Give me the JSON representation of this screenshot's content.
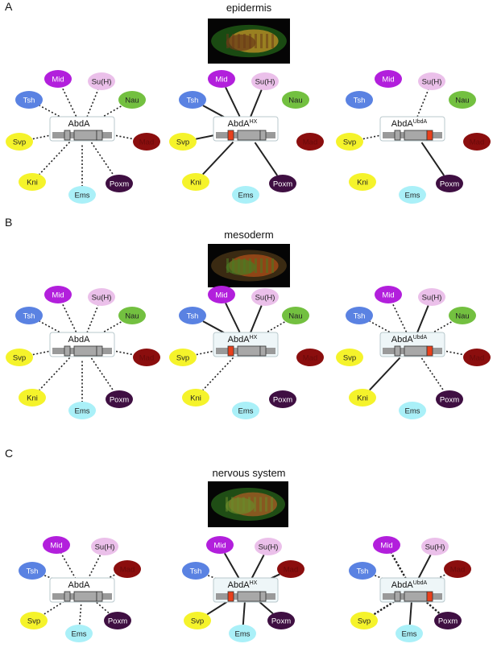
{
  "panels": [
    {
      "letter": "A",
      "tissue": "epidermis",
      "embryo": {
        "base": "#1a4a12",
        "spot": "#b08a25",
        "spot2": "#6a3a18"
      },
      "networks": [
        {
          "name": "AbdA",
          "sup": "",
          "red_left": false,
          "red_right": false,
          "box_tint": "#ffffff",
          "links": {
            "Mid": "dotted",
            "Su(H)": "dotted",
            "Tsh": "dotted",
            "Nau": "dotted",
            "Svp": "dotted",
            "Mad": "dotted",
            "Kni": "dotted",
            "Ems": "dotted",
            "Poxm": "dotted"
          }
        },
        {
          "name": "AbdA",
          "sup": "HX",
          "red_left": true,
          "red_right": false,
          "box_tint": "#ffffff",
          "links": {
            "Mid": "solid",
            "Su(H)": "solid",
            "Tsh": "solid",
            "Nau": "none",
            "Svp": "solid",
            "Mad": "none",
            "Kni": "solid",
            "Ems": "none",
            "Poxm": "solid"
          }
        },
        {
          "name": "AbdA",
          "sup": "UbdA",
          "red_left": false,
          "red_right": true,
          "box_tint": "#ffffff",
          "links": {
            "Mid": "none",
            "Su(H)": "dotted",
            "Tsh": "none",
            "Nau": "none",
            "Svp": "dotted",
            "Mad": "none",
            "Kni": "none",
            "Ems": "none",
            "Poxm": "solid"
          }
        }
      ]
    },
    {
      "letter": "B",
      "tissue": "mesoderm",
      "embryo": {
        "base": "#3a2a12",
        "spot": "#a04a18",
        "spot2": "#4a7a22"
      },
      "networks": [
        {
          "name": "AbdA",
          "sup": "",
          "red_left": false,
          "red_right": false,
          "box_tint": "#ffffff",
          "links": {
            "Mid": "dotted",
            "Su(H)": "dotted",
            "Tsh": "dotted",
            "Nau": "dotted",
            "Svp": "dotted",
            "Mad": "dotted",
            "Kni": "dotted",
            "Ems": "dotted",
            "Poxm": "dotted"
          }
        },
        {
          "name": "AbdA",
          "sup": "HX",
          "red_left": true,
          "red_right": false,
          "box_tint": "#eef6f8",
          "links": {
            "Mid": "solid",
            "Su(H)": "solid",
            "Tsh": "solid",
            "Nau": "dotted",
            "Svp": "dotted",
            "Mad": "none",
            "Kni": "dotted",
            "Ems": "none",
            "Poxm": "none"
          }
        },
        {
          "name": "AbdA",
          "sup": "UbdA",
          "red_left": false,
          "red_right": true,
          "box_tint": "#eef6f8",
          "links": {
            "Mid": "dotted",
            "Su(H)": "solid",
            "Tsh": "dotted",
            "Nau": "dotted",
            "Svp": "none",
            "Mad": "dotted",
            "Kni": "solid",
            "Ems": "none",
            "Poxm": "dotted"
          }
        }
      ]
    },
    {
      "letter": "C",
      "tissue": "nervous system",
      "embryo": {
        "base": "#1f4d15",
        "spot": "#9a5a22",
        "spot2": "#6a8a2a"
      },
      "networks": [
        {
          "name": "AbdA",
          "sup": "",
          "red_left": false,
          "red_right": false,
          "box_tint": "#ffffff",
          "links": {
            "Mid": "dotted",
            "Su(H)": "dotted",
            "Tsh": "dotted",
            "Mad": "dotted",
            "Svp": "dotted",
            "Ems": "dotted",
            "Poxm": "dotted"
          }
        },
        {
          "name": "AbdA",
          "sup": "HX",
          "red_left": true,
          "red_right": false,
          "box_tint": "#eef6f8",
          "links": {
            "Mid": "solid",
            "Su(H)": "solid",
            "Tsh": "dotted",
            "Mad": "solid",
            "Svp": "solid",
            "Ems": "solid",
            "Poxm": "solid"
          }
        },
        {
          "name": "AbdA",
          "sup": "UbdA",
          "red_left": false,
          "red_right": true,
          "box_tint": "#eef6f8",
          "links": {
            "Mid": "dotted-bold",
            "Su(H)": "solid",
            "Tsh": "dotted",
            "Mad": "dotted",
            "Svp": "dotted-bold",
            "Ems": "solid",
            "Poxm": "dotted-bold"
          }
        }
      ]
    }
  ],
  "partners": {
    "Mid": {
      "label": "Mid",
      "fill": "#b21fdc",
      "text": "#ffffff"
    },
    "Su(H)": {
      "label": "Su(H)",
      "fill": "#ebc0ea",
      "text": "#222222"
    },
    "Tsh": {
      "label": "Tsh",
      "fill": "#5a82e2",
      "text": "#ffffff"
    },
    "Nau": {
      "label": "Nau",
      "fill": "#73c040",
      "text": "#222222"
    },
    "Svp": {
      "label": "Svp",
      "fill": "#f5f32b",
      "text": "#222222"
    },
    "Mad": {
      "label": "Mad",
      "fill": "#8b0e0e",
      "text": "#6a0a0a"
    },
    "Kni": {
      "label": "Kni",
      "fill": "#f5f32b",
      "text": "#222222"
    },
    "Ems": {
      "label": "Ems",
      "fill": "#aaf0f8",
      "text": "#222222"
    },
    "Poxm": {
      "label": "Poxm",
      "fill": "#3f0f42",
      "text": "#ffffff"
    }
  },
  "colors": {
    "protein_grey": "#9a9a9a",
    "domain_red": "#e8401c",
    "link": "#222222"
  }
}
